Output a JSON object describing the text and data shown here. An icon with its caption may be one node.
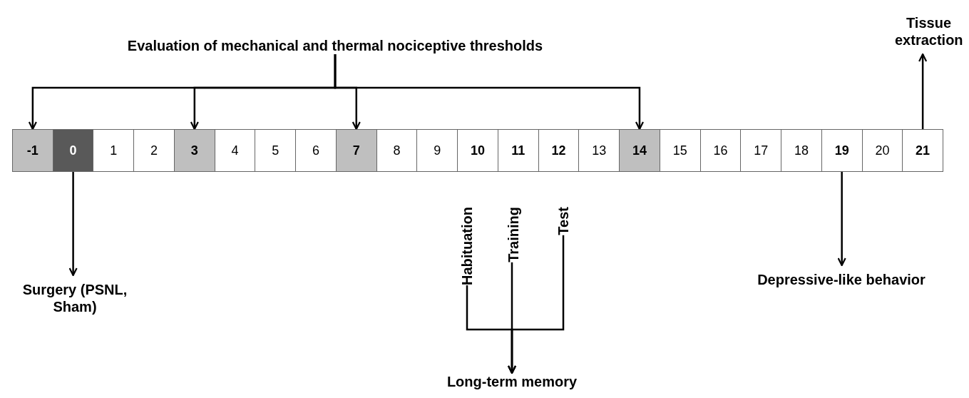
{
  "diagram": {
    "nodes": [
      {
        "text": [
          "Evaluation of mechanical and thermal nociceptive thresholds"
        ]
      },
      {
        "text": [
          "Tissue extraction"
        ]
      },
      {
        "text": [
          "-1"
        ]
      },
      {
        "text": [
          "0"
        ]
      },
      {
        "text": [
          "1"
        ]
      },
      {
        "text": [
          "2"
        ]
      },
      {
        "text": [
          "3"
        ]
      },
      {
        "text": [
          "4"
        ]
      },
      {
        "text": [
          "5"
        ]
      },
      {
        "text": [
          "6"
        ]
      },
      {
        "text": [
          "7"
        ]
      },
      {
        "text": [
          "8"
        ]
      },
      {
        "text": [
          "9"
        ]
      },
      {
        "text": [
          "10"
        ]
      },
      {
        "text": [
          "11"
        ]
      },
      {
        "text": [
          "12"
        ]
      },
      {
        "text": [
          "13"
        ]
      },
      {
        "text": [
          "14"
        ]
      },
      {
        "text": [
          "15"
        ]
      },
      {
        "text": [
          "16"
        ]
      },
      {
        "text": [
          "17"
        ]
      },
      {
        "text": [
          "18"
        ]
      },
      {
        "text": [
          "19"
        ]
      },
      {
        "text": [
          "20"
        ]
      },
      {
        "text": [
          "21"
        ]
      },
      {
        "text": [
          "Surgery (PSNL, Sham)"
        ]
      },
      {
        "text": [
          "Habituation"
        ]
      },
      {
        "text": [
          "Training"
        ]
      },
      {
        "text": [
          "Test"
        ]
      },
      {
        "text": [
          "Depressive-like behavior"
        ]
      },
      {
        "text": [
          "Long-term memory"
        ]
      }
    ],
    "edges": [
      {
        "from": 0,
        "to": 2,
        "arrow": "to"
      },
      {
        "from": 0,
        "to": 6,
        "arrow": "to"
      },
      {
        "from": 0,
        "to": 10,
        "arrow": "to"
      },
      {
        "from": 0,
        "to": 17,
        "arrow": "to"
      },
      {
        "from": 24,
        "to": 1,
        "arrow": "to"
      },
      {
        "from": 3,
        "to": 25,
        "arrow": "to"
      },
      {
        "from": 22,
        "to": 29,
        "arrow": "to"
      },
      {
        "from": 26,
        "to": 30,
        "arrow": "to"
      },
      {
        "from": 27,
        "to": 30,
        "arrow": "to"
      },
      {
        "from": 28,
        "to": 30,
        "arrow": "to"
      }
    ]
  }
}
